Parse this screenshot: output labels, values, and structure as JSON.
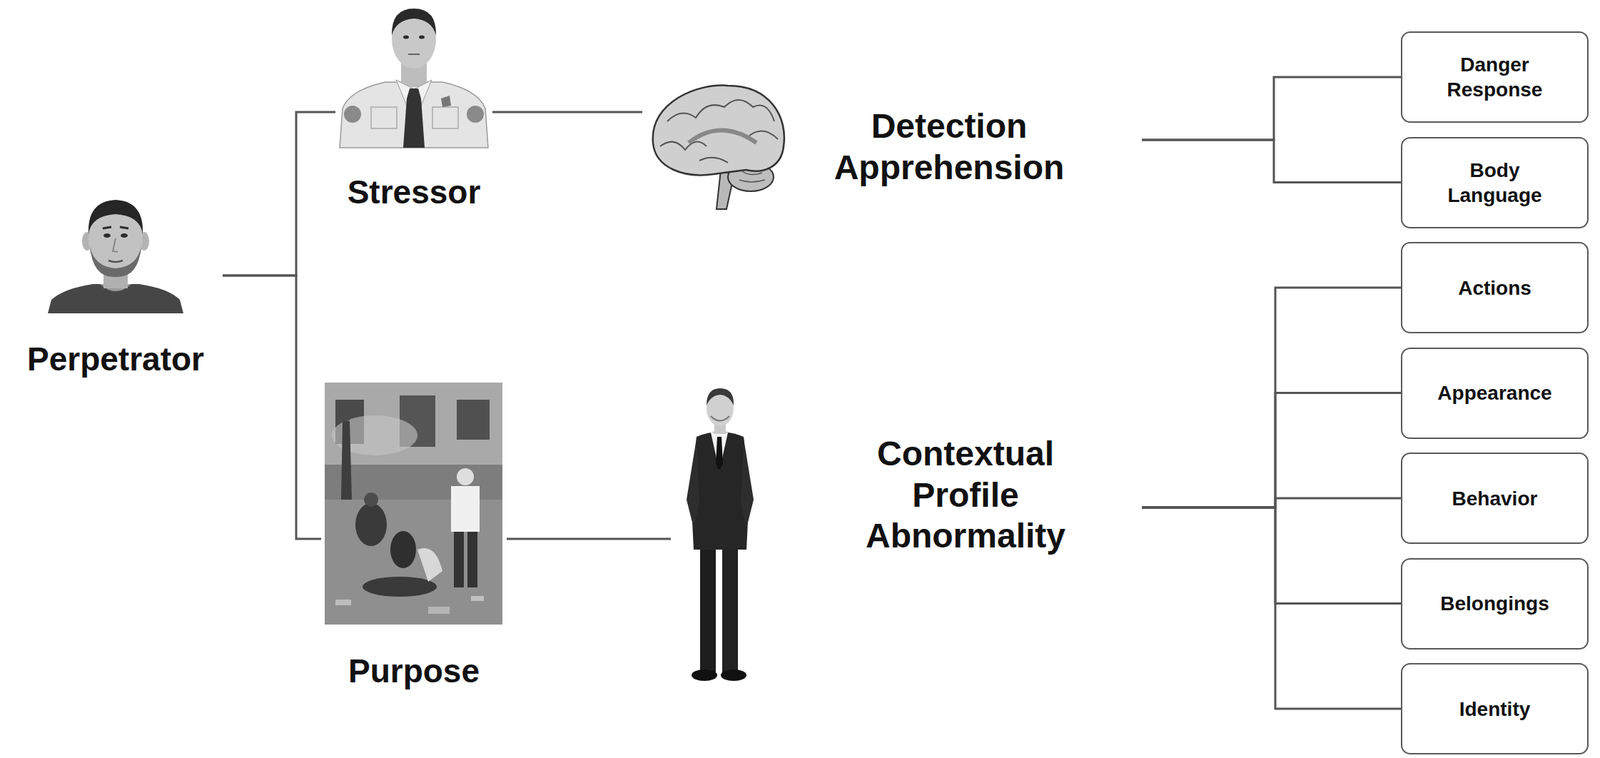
{
  "diagram": {
    "nodes": [
      {
        "text": [
          "Perpetrator"
        ]
      },
      {
        "text": [
          "Stressor"
        ]
      },
      {
        "text": [
          "Detection Apprehension"
        ]
      },
      {
        "text": [
          "Danger Response"
        ]
      },
      {
        "text": [
          "Body Language"
        ]
      },
      {
        "text": [
          "Purpose"
        ]
      },
      {
        "text": [
          "Contextual Profile Abnormality"
        ]
      },
      {
        "text": [
          "Actions"
        ]
      },
      {
        "text": [
          "Appearance"
        ]
      },
      {
        "text": [
          "Behavior"
        ]
      },
      {
        "text": [
          "Belongings"
        ]
      },
      {
        "text": [
          "Identity"
        ]
      }
    ],
    "edges": [
      {
        "from": 0,
        "to": 1,
        "arrow": "none"
      },
      {
        "from": 0,
        "to": 5,
        "arrow": "none"
      },
      {
        "from": 1,
        "to": 2,
        "arrow": "none"
      },
      {
        "from": 5,
        "to": 6,
        "arrow": "none"
      },
      {
        "from": 2,
        "to": 3,
        "arrow": "none"
      },
      {
        "from": 2,
        "to": 4,
        "arrow": "none"
      },
      {
        "from": 6,
        "to": 7,
        "arrow": "none"
      },
      {
        "from": 6,
        "to": 8,
        "arrow": "none"
      },
      {
        "from": 6,
        "to": 9,
        "arrow": "none"
      },
      {
        "from": 6,
        "to": 10,
        "arrow": "none"
      },
      {
        "from": 6,
        "to": 11,
        "arrow": "none"
      }
    ]
  }
}
